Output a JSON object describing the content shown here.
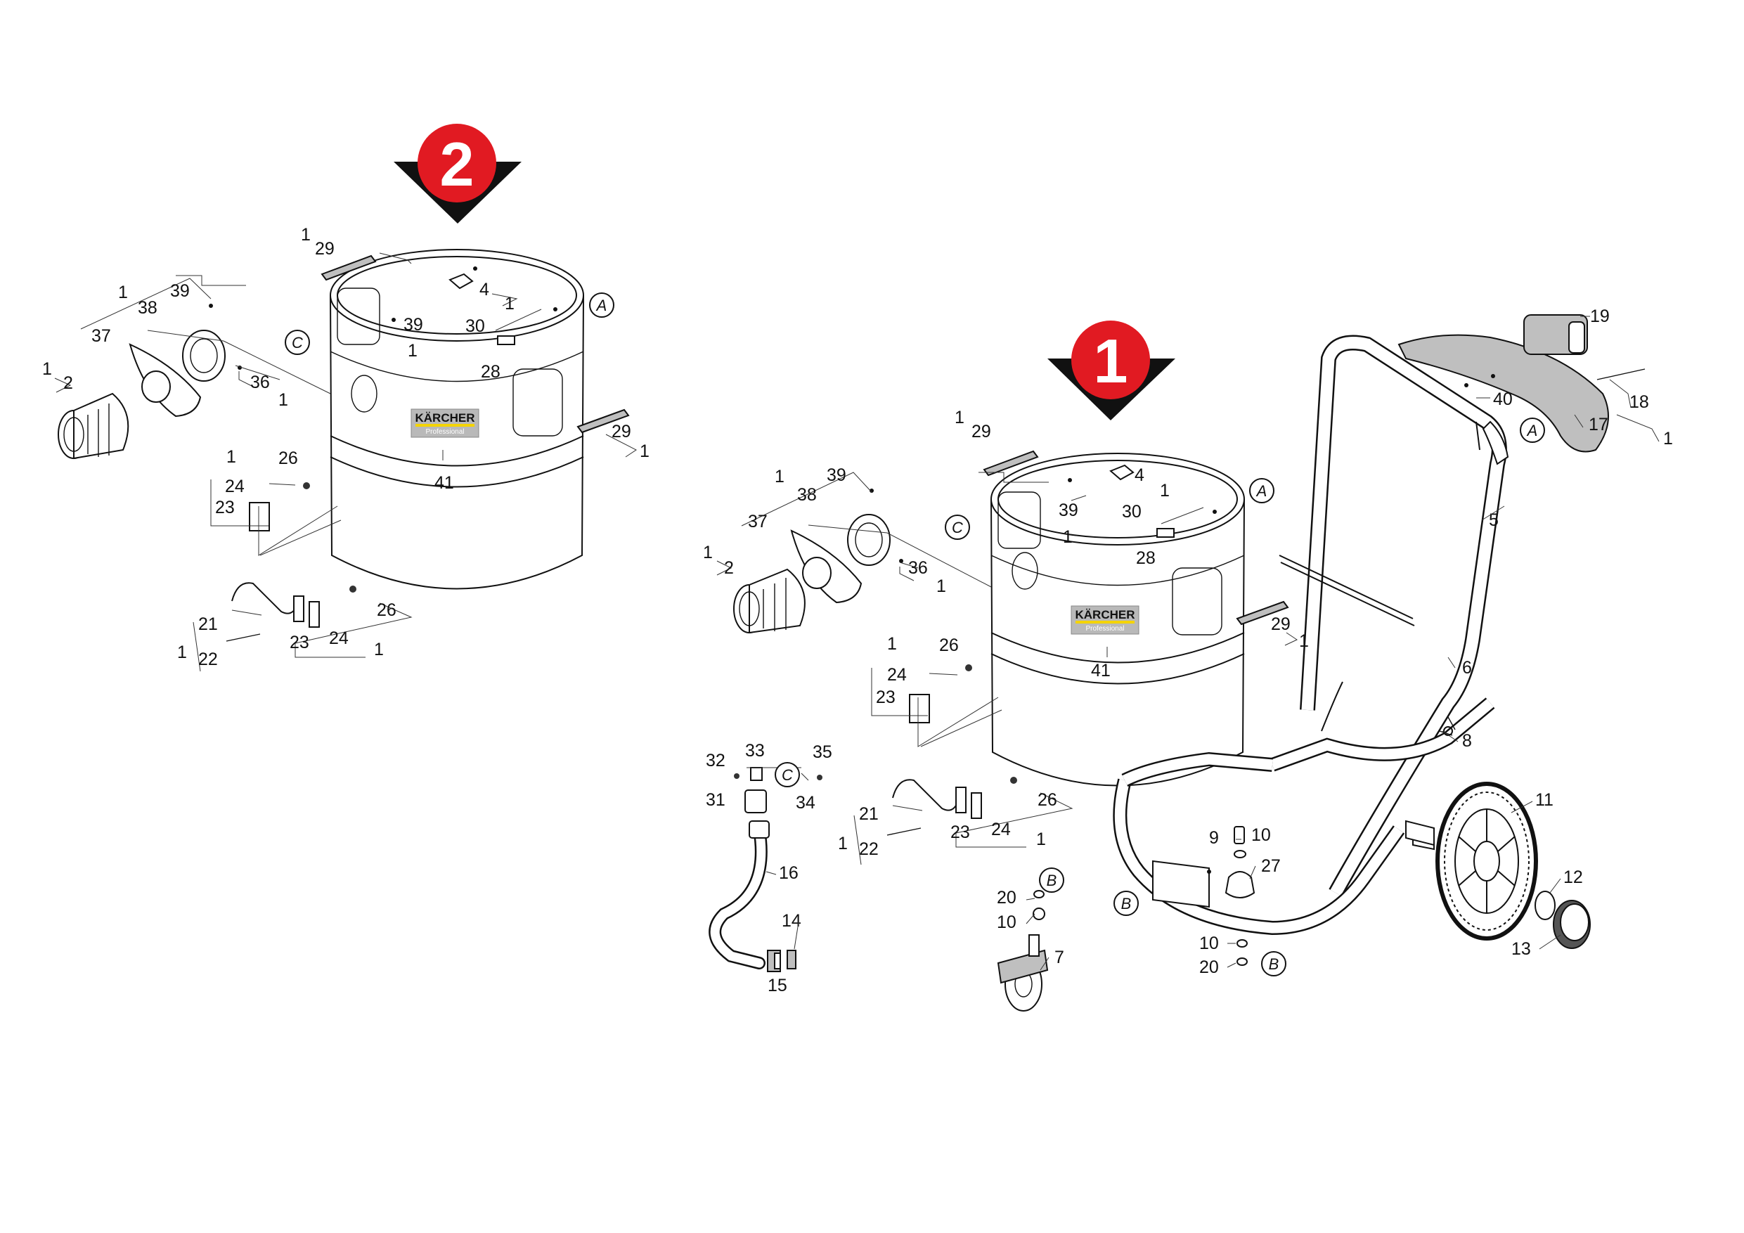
{
  "markers": [
    {
      "id": "marker-2",
      "label": "2",
      "color": "#e11a22"
    },
    {
      "id": "marker-1",
      "label": "1",
      "color": "#e11a22"
    }
  ],
  "brand": {
    "name": "KÄRCHER",
    "subtitle": "Professional",
    "bar_color": "#f4d400",
    "plate_color": "#b9b9b9"
  },
  "ref_letters": {
    "a": "A",
    "b": "B",
    "c": "C"
  },
  "parts": {
    "p1": "1",
    "p2": "2",
    "p4": "4",
    "p5": "5",
    "p6": "6",
    "p7": "7",
    "p8": "8",
    "p9": "9",
    "p10": "10",
    "p11": "11",
    "p12": "12",
    "p13": "13",
    "p14": "14",
    "p15": "15",
    "p16": "16",
    "p17": "17",
    "p18": "18",
    "p19": "19",
    "p20": "20",
    "p21": "21",
    "p22": "22",
    "p23": "23",
    "p24": "24",
    "p26": "26",
    "p27": "27",
    "p28": "28",
    "p29": "29",
    "p30": "30",
    "p31": "31",
    "p32": "32",
    "p33": "33",
    "p34": "34",
    "p35": "35",
    "p36": "36",
    "p37": "37",
    "p38": "38",
    "p39": "39",
    "p40": "40",
    "p41": "41"
  }
}
